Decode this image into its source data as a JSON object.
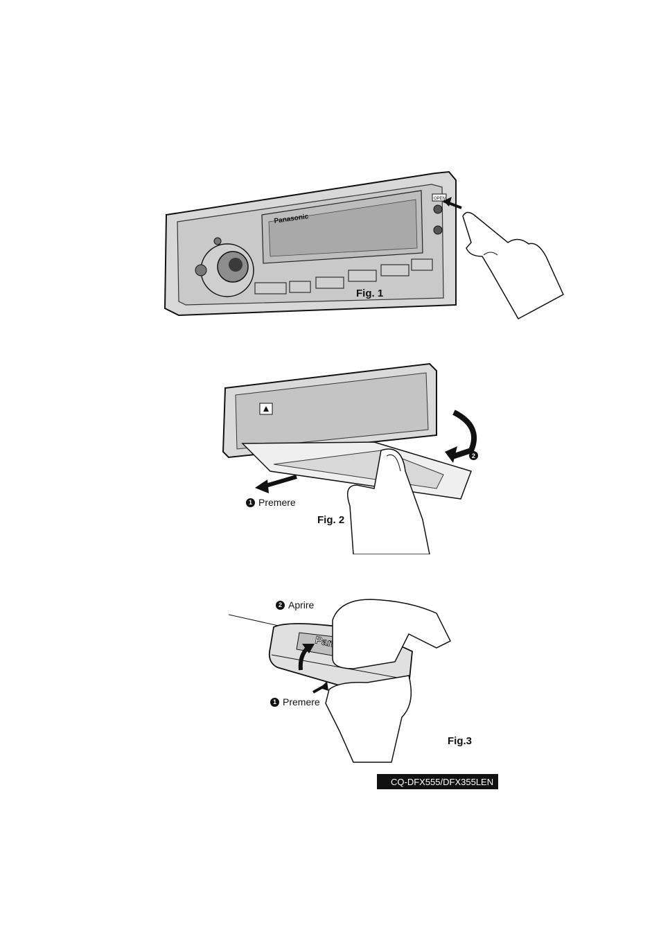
{
  "figures": {
    "fig1": {
      "title": "Fig. 1",
      "brand": "Panasonic",
      "open_button": "OPEN"
    },
    "fig2": {
      "title": "Fig. 2",
      "step1_num": "1",
      "step1_label": "Premere",
      "step2_num": "2"
    },
    "fig3": {
      "title": "Fig.3",
      "brand": "Panasonic",
      "step1_num": "1",
      "step1_label": "Premere",
      "step2_num": "2",
      "step2_label": "Aprire"
    }
  },
  "footer": {
    "model": "CQ-DFX555/DFX355LEN"
  },
  "colors": {
    "ink": "#111111",
    "panel": "#e2e2e2",
    "shade": "#bdbdbd",
    "paper": "#ffffff"
  }
}
